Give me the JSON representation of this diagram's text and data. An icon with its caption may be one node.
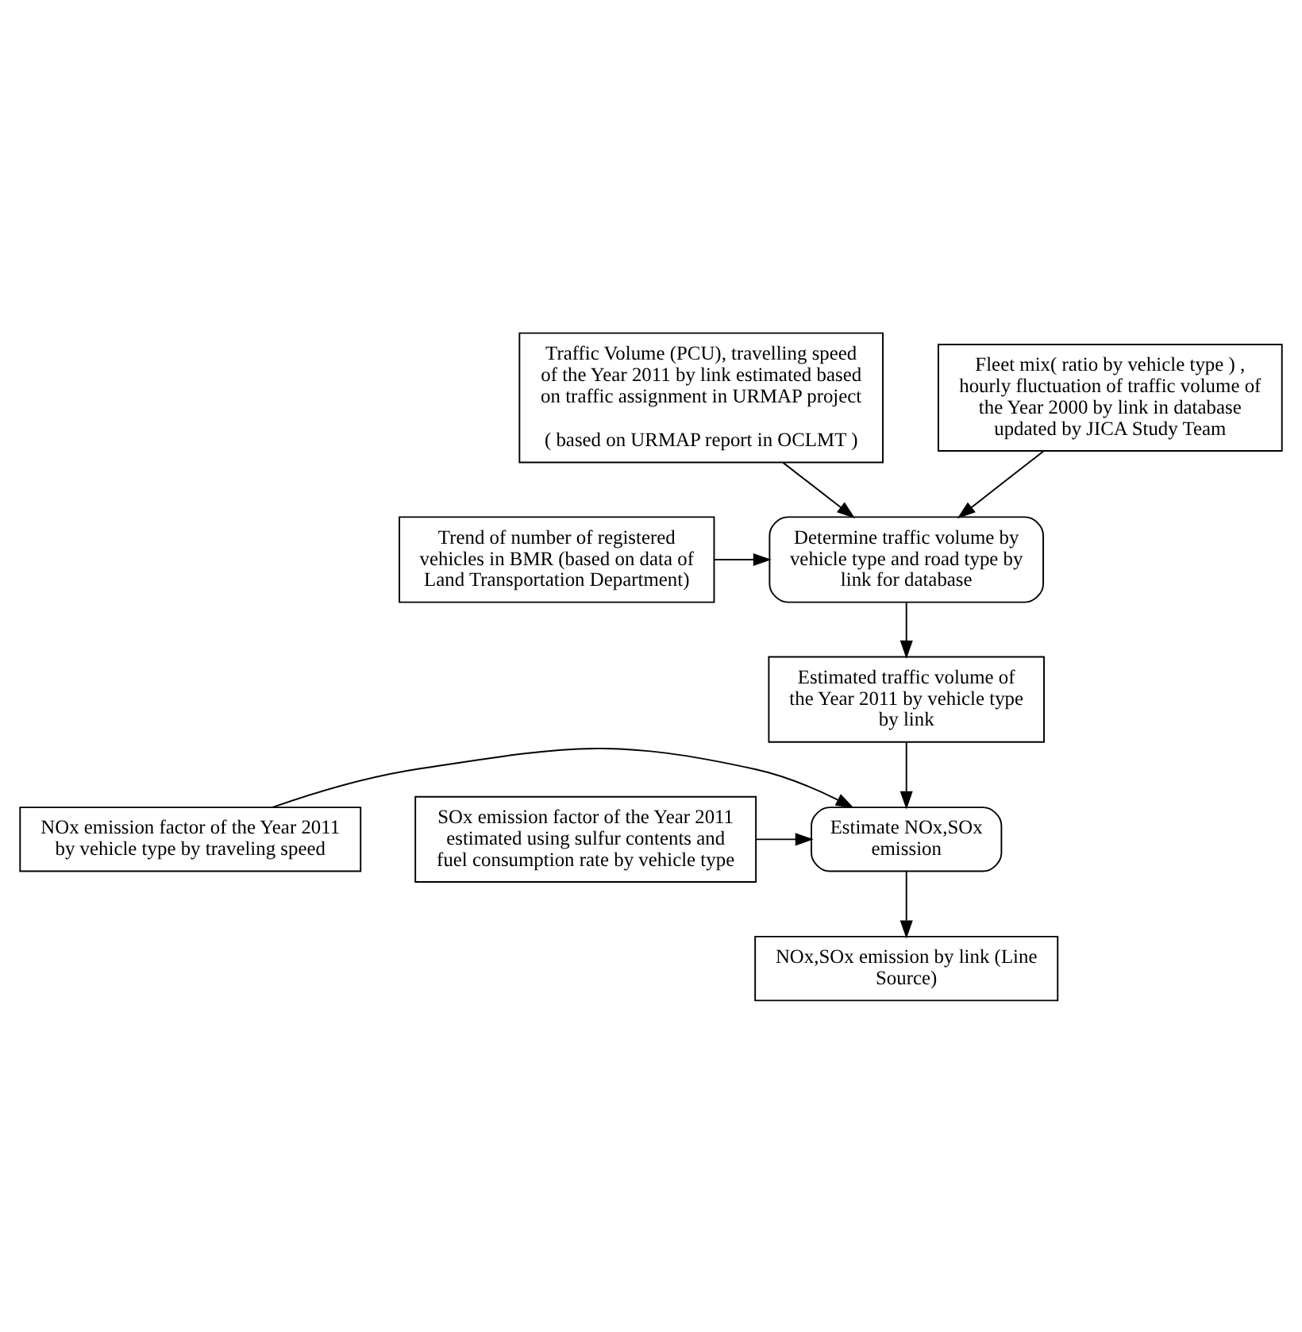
{
  "diagram": {
    "nodes": [
      {
        "text": [
          "Traffic Volume (PCU), travelling speed of the Year 2011 by link estimated based on traffic assignment in URMAP project",
          "( based on URMAP report in OCLMT )"
        ]
      },
      {
        "text": [
          "Fleet mix( ratio by vehicle type ) , hourly fluctuation of traffic volume of the Year 2000 by link in database updated by JICA Study Team"
        ]
      },
      {
        "text": [
          "Determine traffic volume by vehicle type and road type by link for database"
        ]
      },
      {
        "text": [
          "Trend of number of registered vehicles in BMR (based on data of Land Transportation Department)"
        ]
      },
      {
        "text": [
          "Estimated traffic volume of the Year 2011 by vehicle type by link"
        ]
      },
      {
        "text": [
          "Estimate NOx,SOx emission"
        ]
      },
      {
        "text": [
          "NOx emission factor of the Year 2011 by vehicle type by traveling speed"
        ]
      },
      {
        "text": [
          "SOx emission factor of the Year 2011 estimated using sulfur contents and fuel consumption rate by vehicle type"
        ]
      },
      {
        "text": [
          "NOx,SOx emission by link (Line Source)"
        ]
      }
    ],
    "edges": [
      {
        "from": 0,
        "to": 2,
        "arrow": "to"
      },
      {
        "from": 1,
        "to": 2,
        "arrow": "to"
      },
      {
        "from": 3,
        "to": 2,
        "arrow": "to"
      },
      {
        "from": 2,
        "to": 4,
        "arrow": "to"
      },
      {
        "from": 4,
        "to": 5,
        "arrow": "to"
      },
      {
        "from": 6,
        "to": 5,
        "arrow": "to"
      },
      {
        "from": 7,
        "to": 5,
        "arrow": "to"
      },
      {
        "from": 5,
        "to": 8,
        "arrow": "to"
      }
    ]
  }
}
